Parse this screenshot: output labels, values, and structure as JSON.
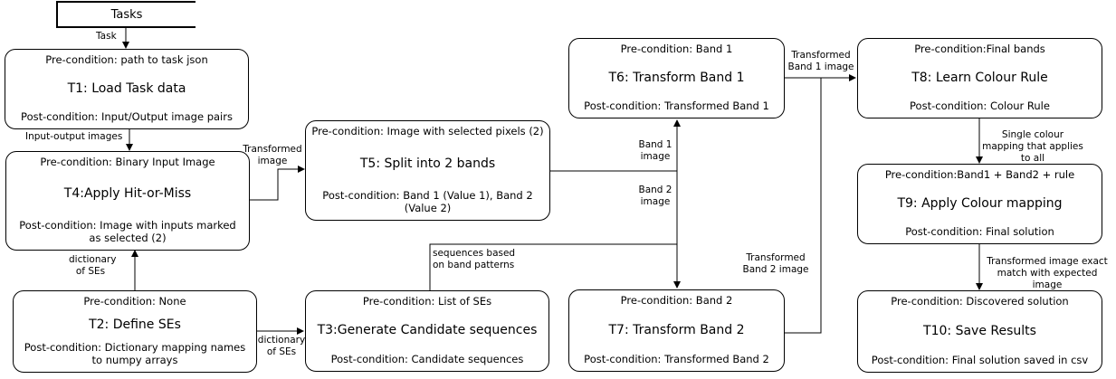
{
  "tasks_header": "Tasks",
  "nodes": {
    "t1": {
      "pre": "Pre-condition: path to task json",
      "title": "T1: Load Task data",
      "post": "Post-condition: Input/Output image pairs"
    },
    "t4": {
      "pre": "Pre-condition: Binary Input Image",
      "title": "T4:Apply Hit-or-Miss",
      "post": "Post-condition: Image with inputs marked as selected (2)"
    },
    "t2": {
      "pre": "Pre-condition: None",
      "title": "T2: Define SEs",
      "post": "Post-condition: Dictionary mapping names to numpy arrays"
    },
    "t5": {
      "pre": "Pre-condition: Image with selected pixels (2)",
      "title": "T5: Split into 2 bands",
      "post": "Post-condition: Band 1 (Value 1), Band 2 (Value 2)"
    },
    "t3": {
      "pre": "Pre-condition:  List of SEs",
      "title": "T3:Generate Candidate sequences",
      "post": "Post-condition: Candidate sequences"
    },
    "t6": {
      "pre": "Pre-condition: Band 1",
      "title": "T6: Transform Band 1",
      "post": "Post-condition: Transformed Band 1"
    },
    "t7": {
      "pre": "Pre-condition: Band 2",
      "title": "T7: Transform Band 2",
      "post": "Post-condition: Transformed Band 2"
    },
    "t8": {
      "pre": "Pre-condition:Final bands",
      "title": "T8: Learn Colour Rule",
      "post": "Post-condition: Colour Rule"
    },
    "t9": {
      "pre": "Pre-condition:Band1 + Band2 + rule",
      "title": "T9: Apply Colour mapping",
      "post": "Post-condition: Final solution"
    },
    "t10": {
      "pre": "Pre-condition: Discovered solution",
      "title": "T10: Save Results",
      "post": "Post-condition: Final solution saved in csv"
    }
  },
  "edge_labels": {
    "task": "Task",
    "input_output_images": "Input-output images",
    "transformed_image": "Transformed image",
    "dictionary_of_ses_up": "dictionary of SEs",
    "dictionary_of_ses_right": "dictionary of SEs",
    "sequences_based": "sequences based on band patterns",
    "band1_image": "Band 1 image",
    "band2_image": "Band 2 image",
    "transformed_band1_image": "Transformed Band 1 image",
    "transformed_band2_image": "Transformed Band 2 image",
    "single_colour_mapping": "Single colour mapping that applies to all",
    "transformed_image_exact": "Transformed image exact match with expected image"
  }
}
